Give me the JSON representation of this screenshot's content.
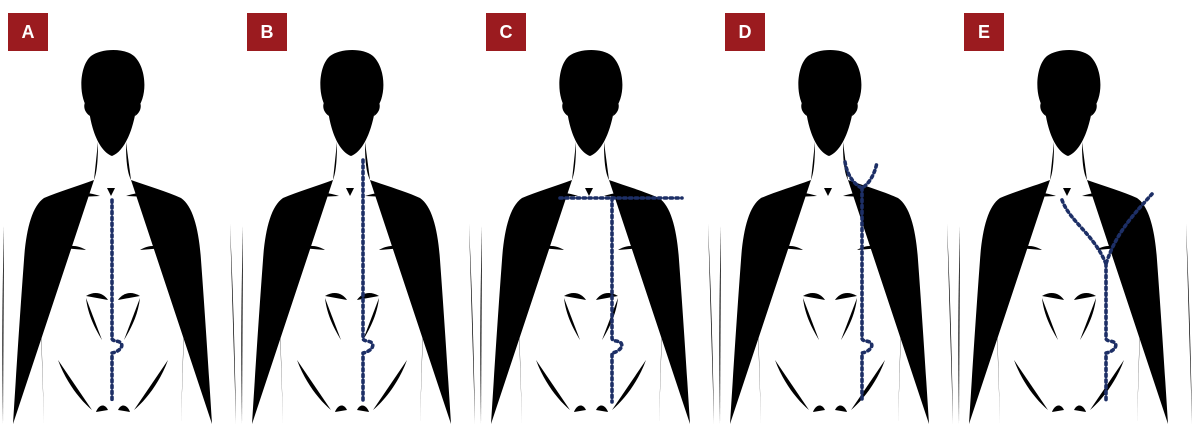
{
  "panels": [
    {
      "label": "A",
      "incision": "midline-xiphoid-to-pubis"
    },
    {
      "label": "B",
      "incision": "median-sternotomy-to-pubis"
    },
    {
      "label": "C",
      "incision": "transverse-clavicular-plus-midline"
    },
    {
      "label": "D",
      "incision": "necklace-plus-midline"
    },
    {
      "label": "E",
      "incision": "y-shaped-shoulder-to-sternum-plus-midline"
    }
  ],
  "colors": {
    "badge": "#9b1b1f",
    "incision": "#1d2f66",
    "outline": "#1b1b1b"
  }
}
